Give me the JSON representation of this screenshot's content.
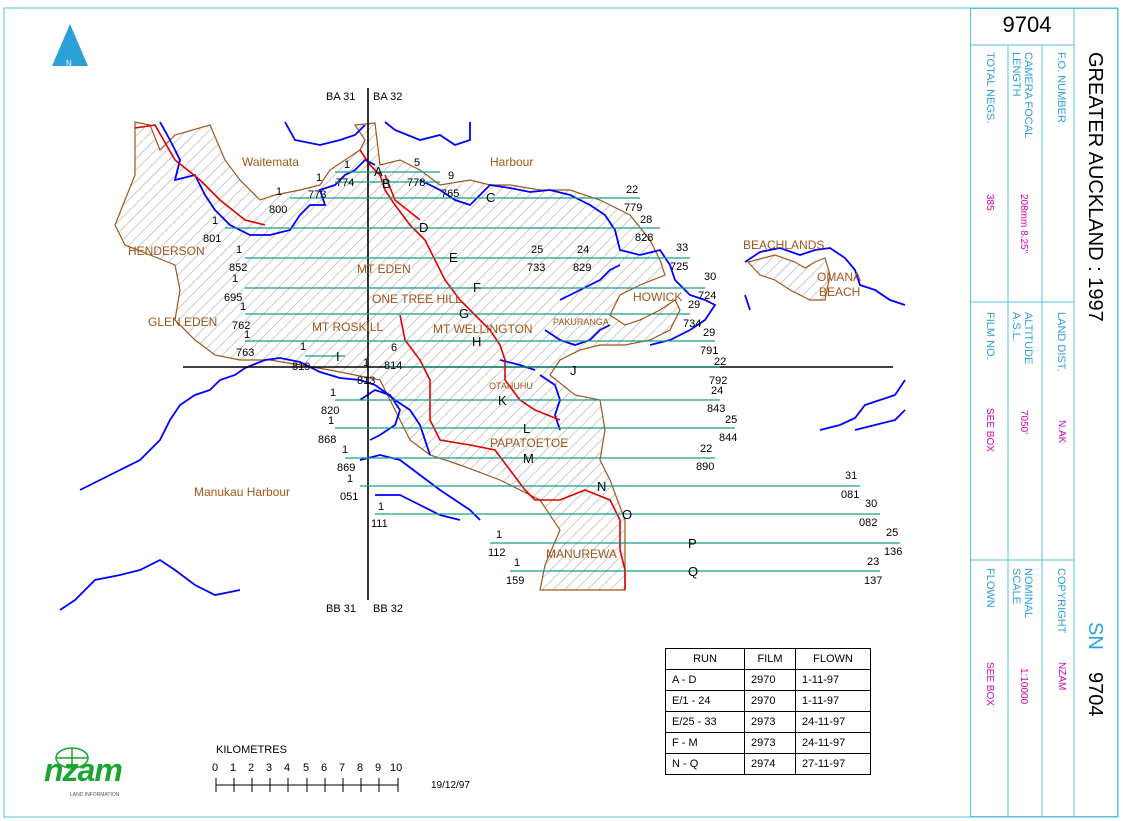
{
  "north_arrow": {
    "letter": "N"
  },
  "grid_labels": {
    "top_left": "BA 31",
    "top_right": "BA 32",
    "bottom_left": "BB 31",
    "bottom_right": "BB 32"
  },
  "places": {
    "waitemata": "Waitemata",
    "harbour": "Harbour",
    "henderson": "HENDERSON",
    "glen_eden": "GLEN EDEN",
    "mt_eden": "MT EDEN",
    "one_tree_hill": "ONE TREE HILL",
    "mt_roskill": "MT ROSKILL",
    "mt_wellington": "MT WELLINGTON",
    "pakuranga": "PAKURANGA",
    "howick": "HOWICK",
    "beachlands": "BEACHLANDS",
    "omana": "OMANA",
    "beach": "BEACH",
    "otahuhu": "OTAHUHU",
    "papatoetoe": "PAPATOETOE",
    "manukau_harbour": "Manukau Harbour",
    "manurewa": "MANUREWA"
  },
  "runs": [
    {
      "letter": "A"
    },
    {
      "letter": "B"
    },
    {
      "letter": "C"
    },
    {
      "letter": "D"
    },
    {
      "letter": "E"
    },
    {
      "letter": "F"
    },
    {
      "letter": "G"
    },
    {
      "letter": "H"
    },
    {
      "letter": "I"
    },
    {
      "letter": "J"
    },
    {
      "letter": "K"
    },
    {
      "letter": "L"
    },
    {
      "letter": "M"
    },
    {
      "letter": "N"
    },
    {
      "letter": "O"
    },
    {
      "letter": "P"
    },
    {
      "letter": "Q"
    }
  ],
  "frame_numbers": {
    "a1": "1",
    "a5": "5",
    "a774": "774",
    "b9": "9",
    "b778": "778",
    "c1": "1",
    "c773": "773",
    "c800": "800",
    "c765": "765",
    "c22": "22",
    "c779": "779",
    "d1": "1",
    "d801": "801",
    "d28": "28",
    "d828": "828",
    "e1": "1",
    "e852": "852",
    "e25": "25",
    "e733": "733",
    "e24": "24",
    "e829": "829",
    "e33": "33",
    "e725": "725",
    "f1": "1",
    "f695": "695",
    "f30": "30",
    "f724": "724",
    "g1": "1",
    "g762": "762",
    "g29": "29",
    "g734": "734",
    "h1": "1",
    "h763": "763",
    "h29": "29",
    "h791": "791",
    "i1": "1",
    "i819": "819",
    "i1b": "1",
    "i6": "6",
    "i813": "813",
    "i814": "814",
    "j22": "22",
    "j792": "792",
    "k1": "1",
    "k820": "820",
    "k24": "24",
    "k843": "843",
    "l1": "1",
    "l868": "868",
    "l25": "25",
    "l844": "844",
    "m1": "1",
    "m869": "869",
    "m22": "22",
    "m890": "890",
    "n1": "1",
    "n051": "051",
    "n31": "31",
    "n081": "081",
    "o1": "1",
    "o111": "111",
    "o30": "30",
    "o082": "082",
    "p1": "1",
    "p112": "112",
    "p25": "25",
    "p136": "136",
    "q1": "1",
    "q159": "159",
    "q23": "23",
    "q137": "137"
  },
  "legend": {
    "headers": [
      "RUN",
      "FILM",
      "FLOWN"
    ],
    "rows": [
      [
        "A - D",
        "2970",
        "1-11-97"
      ],
      [
        "E/1 - 24",
        "2970",
        "1-11-97"
      ],
      [
        "E/25 - 33",
        "2973",
        "24-11-97"
      ],
      [
        "F - M",
        "2973",
        "24-11-97"
      ],
      [
        "N - Q",
        "2974",
        "27-11-97"
      ]
    ]
  },
  "scale": {
    "title": "KILOMETRES",
    "ticks": [
      "0",
      "1",
      "2",
      "3",
      "4",
      "5",
      "6",
      "7",
      "8",
      "9",
      "10"
    ]
  },
  "date": "19/12/97",
  "logo": {
    "name": "nzam",
    "tagline": "LAND INFORMATION"
  },
  "panel": {
    "sortie": "9704",
    "title": "GREATER AUCKLAND : 1997",
    "sn_label": "SN",
    "sn_number": "9704",
    "fields": [
      {
        "head": "F.O. NUMBER",
        "value": ""
      },
      {
        "head": "CAMERA FOCAL LENGTH",
        "value": "208mm 8.25\""
      },
      {
        "head": "TOTAL NEGS.",
        "value": "385"
      },
      {
        "head": "LAND DIST.",
        "value": "N.AK"
      },
      {
        "head": "ALTITUDE A.S.L.",
        "value": "7050'"
      },
      {
        "head": "FILM NO.",
        "value": "SEE BOX"
      },
      {
        "head": "COPYRIGHT",
        "value": "NZAM"
      },
      {
        "head": "NOMINAL SCALE",
        "value": "1:10000"
      },
      {
        "head": "FLOWN",
        "value": "SEE BOX"
      }
    ]
  },
  "colors": {
    "coast": "#0000ff",
    "road": "#e00000",
    "urban_boundary": "#a0561a",
    "run_line": "#1a9a8a",
    "panel_border": "#5bc0de",
    "panel_head": "#2ca0d8",
    "panel_value": "#d400b0",
    "logo": "#1aa532"
  }
}
